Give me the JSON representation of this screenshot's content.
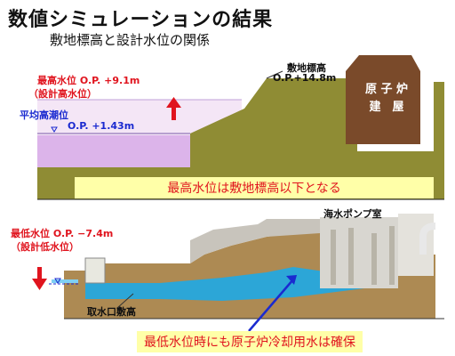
{
  "title": "数値シミュレーションの結果",
  "subtitle": "敷地標高と設計水位の関係",
  "upper": {
    "max_level_label": "最高水位 O.P. +9.1m",
    "max_level_note": "（設計高水位）",
    "mean_tide_label": "平均高潮位",
    "mean_tide_value": "O.P. +1.43m",
    "site_label": "敷地標高",
    "site_value": "O.P.+14.8m",
    "reactor_line1": "原 子 炉",
    "reactor_line2": "建　屋",
    "conclusion": "最高水位は敷地標高以下となる"
  },
  "lower": {
    "min_level_label": "最低水位 O.P. −7.4m",
    "min_level_note": "（設計低水位）",
    "pump_room_label": "海水ポンプ室",
    "intake_label": "取水口敷高",
    "conclusion": "最低水位時にも原子炉冷却用水は確保"
  },
  "colors": {
    "ground": "#8f8c34",
    "sea_high": "#dcb4ea",
    "reactor": "#7a4a2a",
    "water_low": "#1ea8e6",
    "red_accent": "#e0141e",
    "callout_bg": "#ffffa8"
  }
}
